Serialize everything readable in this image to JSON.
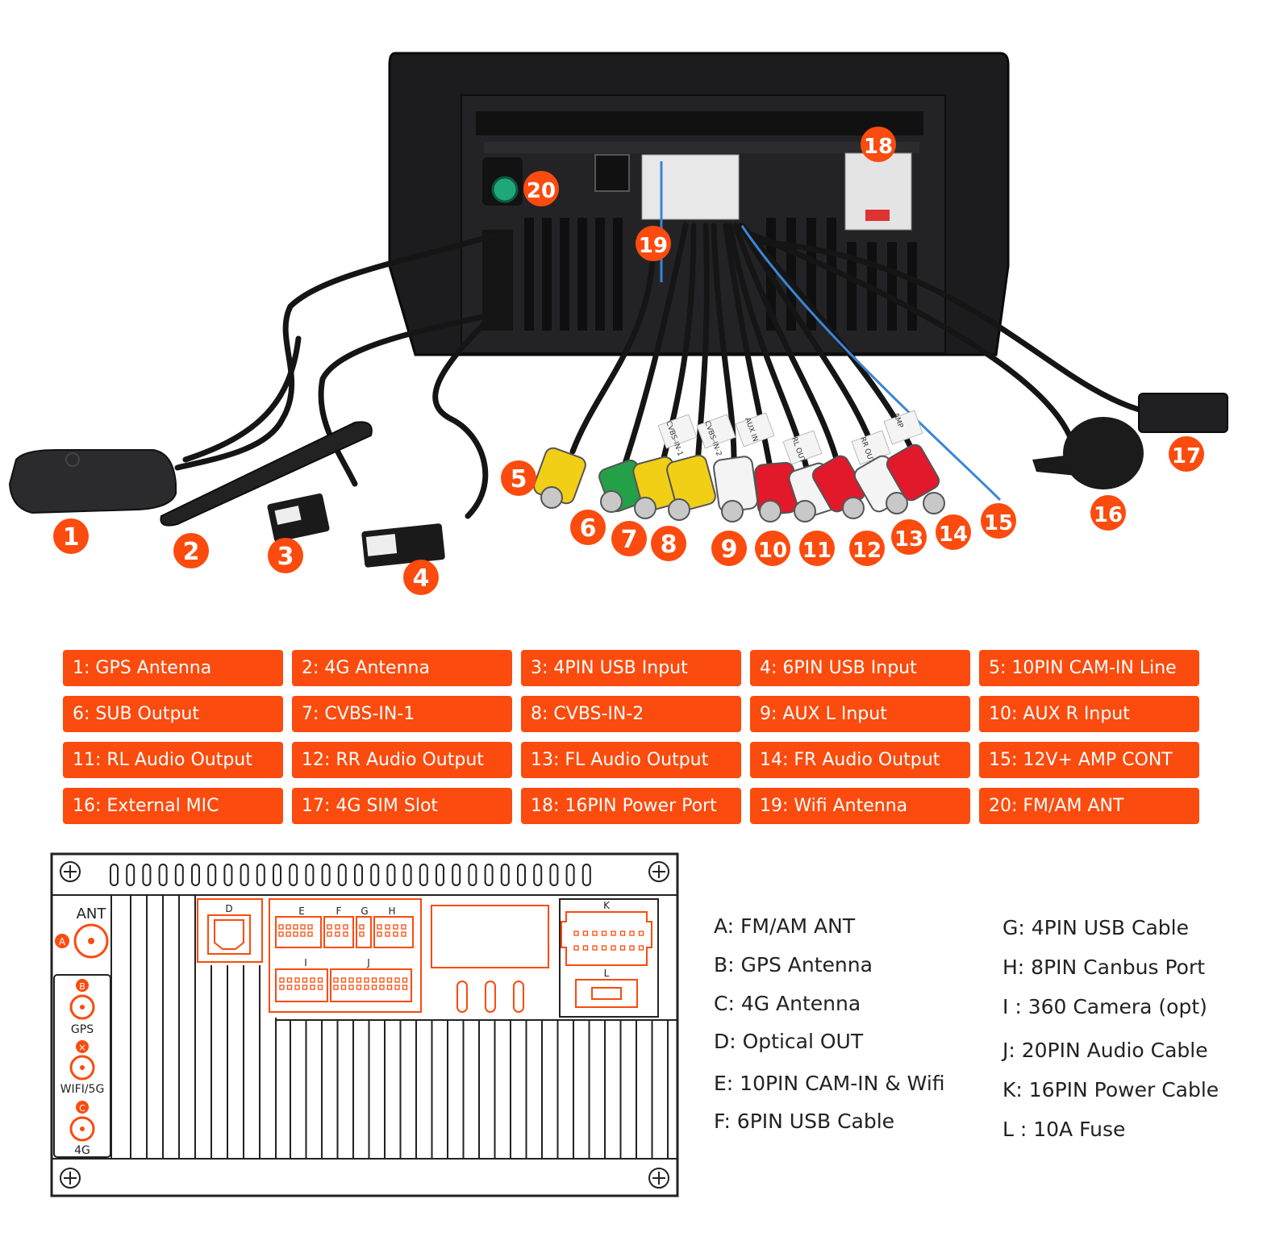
{
  "colors": {
    "accent": "#fb4b0e",
    "badge_text": "#ffffff",
    "panel_stroke": "#222222"
  },
  "callouts": [
    "1",
    "2",
    "3",
    "4",
    "5",
    "6",
    "7",
    "8",
    "9",
    "10",
    "11",
    "12",
    "13",
    "14",
    "15",
    "16",
    "17",
    "18",
    "19",
    "20"
  ],
  "legend": [
    "1: GPS Antenna",
    "2: 4G Antenna",
    "3: 4PIN USB Input",
    "4: 6PIN USB Input",
    "5: 10PIN CAM-IN Line",
    "6: SUB Output",
    "7: CVBS-IN-1",
    "8: CVBS-IN-2",
    "9: AUX L Input",
    "10: AUX R Input",
    "11: RL Audio Output",
    "12: RR Audio Output",
    "13: FL Audio Output",
    "14: FR Audio Output",
    "15: 12V+ AMP CONT",
    "16: External MIC",
    "17: 4G SIM Slot",
    "18: 16PIN Power Port",
    "19: Wifi Antenna",
    "20: FM/AM ANT"
  ],
  "cable_tags": [
    "CVBS-IN-1",
    "CVBS-IN-2",
    "AUX IN",
    "RL OUT",
    "RR OUT",
    "AMP"
  ],
  "panel": {
    "ant_label": "ANT",
    "ports": [
      {
        "badge": "A",
        "label": ""
      },
      {
        "badge": "B",
        "label": "GPS"
      },
      {
        "badge": "×",
        "label": "WIFI/5G"
      },
      {
        "badge": "C",
        "label": "4G"
      }
    ],
    "connector_letters": [
      "D",
      "E",
      "F",
      "G",
      "H",
      "I",
      "J",
      "K",
      "L"
    ]
  },
  "letter_key": {
    "left": [
      "A: FM/AM ANT",
      "B: GPS Antenna",
      "C: 4G Antenna",
      "D: Optical OUT",
      "E: 10PIN CAM-IN & Wifi",
      "F: 6PIN USB Cable"
    ],
    "right": [
      "G: 4PIN USB Cable",
      "H: 8PIN Canbus Port",
      "I  : 360 Camera (opt)",
      "J: 20PIN Audio Cable",
      "K:  16PIN Power Cable",
      "L :  10A Fuse"
    ]
  }
}
